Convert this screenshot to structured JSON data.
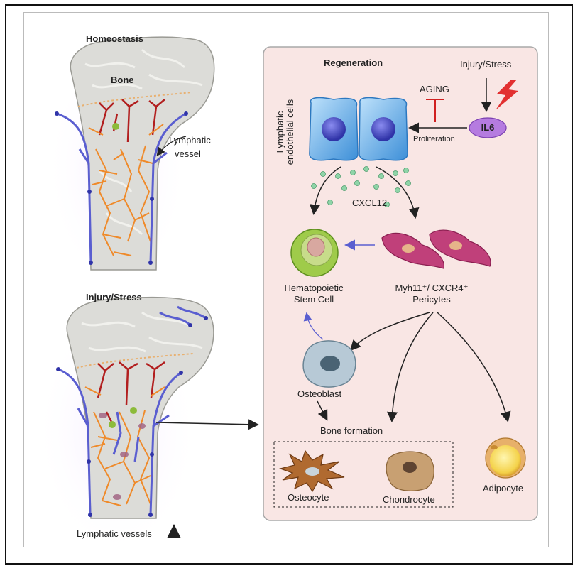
{
  "homeostasis": {
    "title": "Homeostasis",
    "bone_label": "Bone",
    "lymphatic_vessel_label_line1": "Lymphatic",
    "lymphatic_vessel_label_line2": "vessel"
  },
  "injury": {
    "title": "Injury/Stress",
    "lymphatic_vessels_label": "Lymphatic vessels"
  },
  "regeneration": {
    "title": "Regeneration",
    "injury_stress_label": "Injury/Stress",
    "aging_label": "AGING",
    "il6_label": "IL6",
    "proliferation_label": "Proliferation",
    "lec_label_line1": "Lymphatic",
    "lec_label_line2": "endothelial cells",
    "cxcl12_label": "CXCL12",
    "hsc_label_line1": "Hematopoietic",
    "hsc_label_line2": "Stem Cell",
    "pericyte_label_line1": "Myh11⁺/ CXCR4⁺",
    "pericyte_label_line2": "Pericytes",
    "osteoblast_label": "Osteoblast",
    "bone_formation_label": "Bone formation",
    "osteocyte_label": "Osteocyte",
    "chondrocyte_label": "Chondrocyte",
    "adipocyte_label": "Adipocyte"
  },
  "colors": {
    "panel_bg": "#f9e6e4",
    "panel_border": "#a8a8a8",
    "bone": "#dcdcd8",
    "lymphatic": "#5a5ed0",
    "blood_vessel_red": "#b21f1f",
    "blood_vessel_orange": "#ef8a2a",
    "lec_cell": "#4a9de0",
    "il6": "#b57be0",
    "hsc": "#8cbb3a",
    "pericyte": "#c0407a",
    "osteoblast": "#8fa8b8",
    "osteocyte": "#9b5a2a",
    "chondrocyte": "#c8a072",
    "adipocyte": "#f4d24a",
    "inhibition": "#d02020"
  }
}
